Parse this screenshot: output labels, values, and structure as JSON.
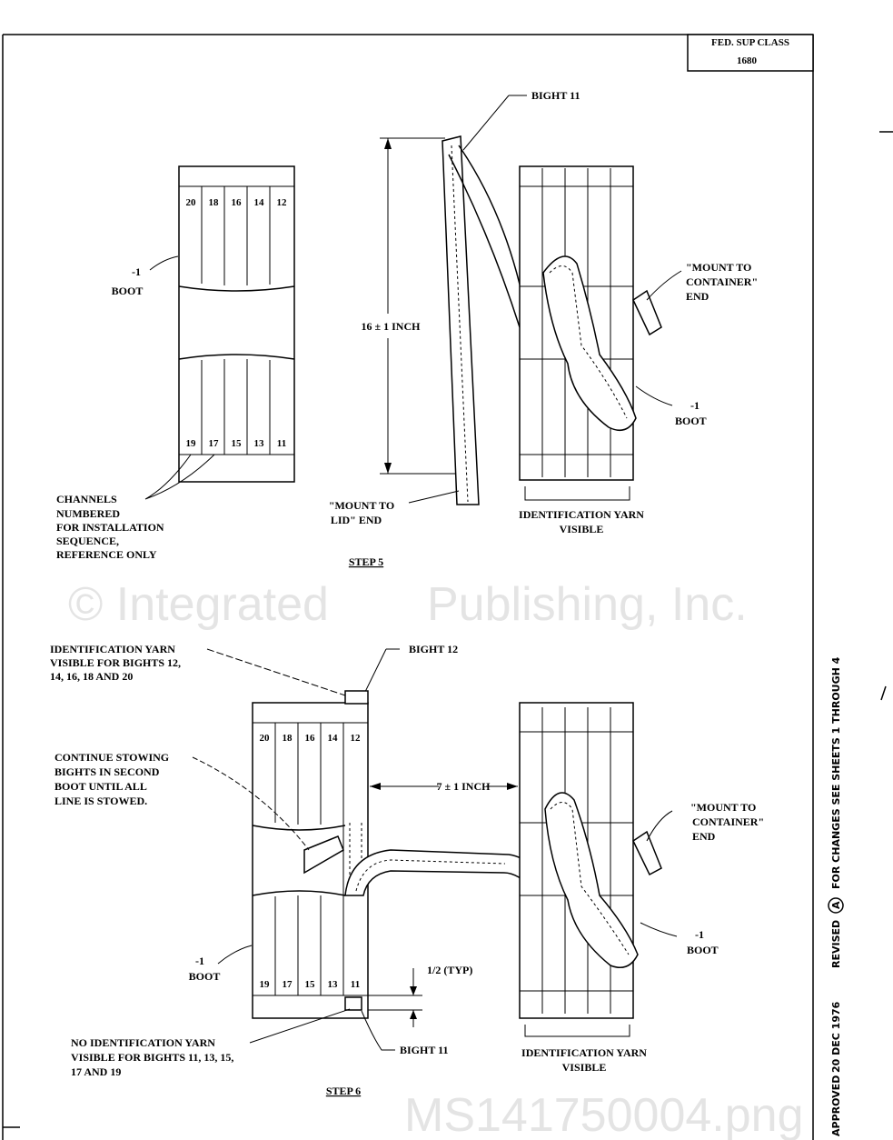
{
  "title_block": {
    "class_label": "FED. SUP CLASS",
    "class_number": "1680"
  },
  "watermark": {
    "line1": "© Integrated",
    "line2": "Publishing, Inc.",
    "line3": "MS141750004.png"
  },
  "side_margin": {
    "approved": "APPROVED",
    "date": "20 DEC 1976",
    "revised": "REVISED",
    "rev_letter": "A",
    "changes": "FOR CHANGES SEE SHEETS 1 THROUGH 4"
  },
  "step5": {
    "caption": "STEP 5",
    "top_channels": [
      "20",
      "18",
      "16",
      "14",
      "12"
    ],
    "bottom_channels": [
      "19",
      "17",
      "15",
      "13",
      "11"
    ],
    "boot_label": [
      "-1",
      "BOOT"
    ],
    "channels_note": [
      "CHANNELS",
      "NUMBERED",
      "FOR INSTALLATION",
      "SEQUENCE,",
      "REFERENCE ONLY"
    ],
    "bight_label": "BIGHT 11",
    "dimension": "16 ± 1 INCH",
    "lid_end": [
      "\"MOUNT TO",
      "LID\" END"
    ],
    "container_end": [
      "\"MOUNT TO",
      "CONTAINER\"",
      "END"
    ],
    "right_boot_label": [
      "-1",
      "BOOT"
    ],
    "yarn_label": [
      "IDENTIFICATION YARN",
      "VISIBLE"
    ]
  },
  "step6": {
    "caption": "STEP 6",
    "top_channels": [
      "20",
      "18",
      "16",
      "14",
      "12"
    ],
    "bottom_channels": [
      "19",
      "17",
      "15",
      "13",
      "11"
    ],
    "yarn_note": [
      "IDENTIFICATION YARN",
      "VISIBLE FOR BIGHTS 12,",
      "14, 16, 18 AND 20"
    ],
    "bight12": "BIGHT 12",
    "continue_note": [
      "CONTINUE STOWING",
      "BIGHTS IN SECOND",
      "BOOT UNTIL ALL",
      "LINE IS STOWED."
    ],
    "dimension": "7 ± 1 INCH",
    "container_end": [
      "\"MOUNT TO",
      "CONTAINER\"",
      "END"
    ],
    "left_boot_label": [
      "-1",
      "BOOT"
    ],
    "right_boot_label": [
      "-1",
      "BOOT"
    ],
    "typ": "1/2 (TYP)",
    "no_yarn_note": [
      "NO IDENTIFICATION YARN",
      "VISIBLE FOR BIGHTS 11, 13, 15,",
      "17 AND 19"
    ],
    "bight11": "BIGHT 11",
    "yarn_label": [
      "IDENTIFICATION YARN",
      "VISIBLE"
    ]
  }
}
